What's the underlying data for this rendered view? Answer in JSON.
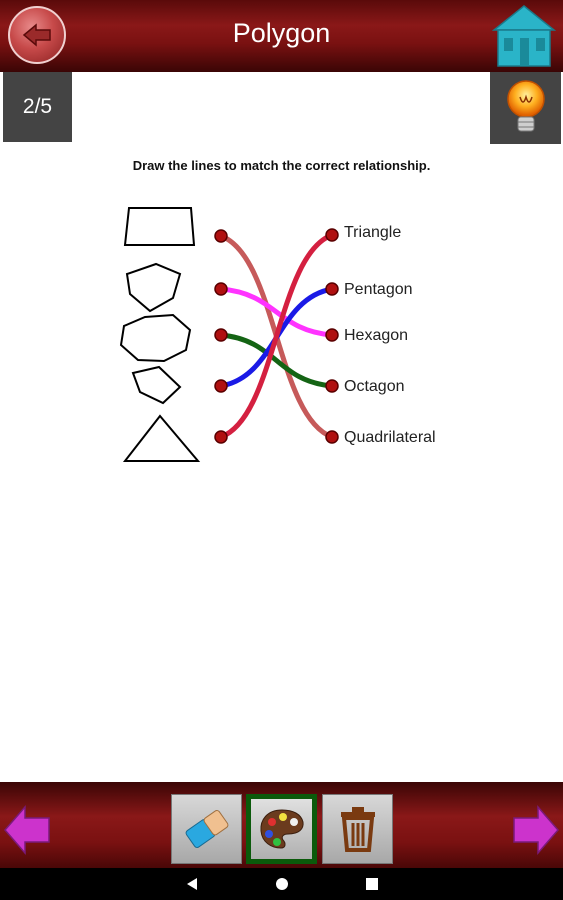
{
  "header": {
    "title": "Polygon"
  },
  "progress": {
    "counter": "2/5"
  },
  "question": {
    "instruction": "Draw the lines to match the correct relationship."
  },
  "shapes": [
    {
      "name": "quadrilateral"
    },
    {
      "name": "pentagon"
    },
    {
      "name": "heptagon"
    },
    {
      "name": "small-pentagon"
    },
    {
      "name": "triangle"
    }
  ],
  "labels": [
    "Triangle",
    "Pentagon",
    "Hexagon",
    "Octagon",
    "Quadrilateral"
  ],
  "connections": [
    {
      "from": 0,
      "to": 4,
      "color": "#c65a5a"
    },
    {
      "from": 1,
      "to": 2,
      "color": "#ff33ff"
    },
    {
      "from": 2,
      "to": 3,
      "color": "#146414"
    },
    {
      "from": 3,
      "to": 1,
      "color": "#1a1ae6"
    },
    {
      "from": 4,
      "to": 0,
      "color": "#d42040"
    }
  ],
  "colors": {
    "header_bg": "#7a1111",
    "dot": "#b01010",
    "home": "#2ab4c8",
    "arrow": "#cc33cc",
    "active_tool_border": "#0b5a0b"
  },
  "toolbar": {
    "items": [
      "eraser-icon",
      "palette-icon",
      "trash-icon"
    ],
    "active": "palette-icon"
  },
  "icons": {
    "back": "back-arrow-icon",
    "home": "home-icon",
    "hint": "lightbulb-icon",
    "prev": "previous-arrow-icon",
    "next": "next-arrow-icon"
  }
}
